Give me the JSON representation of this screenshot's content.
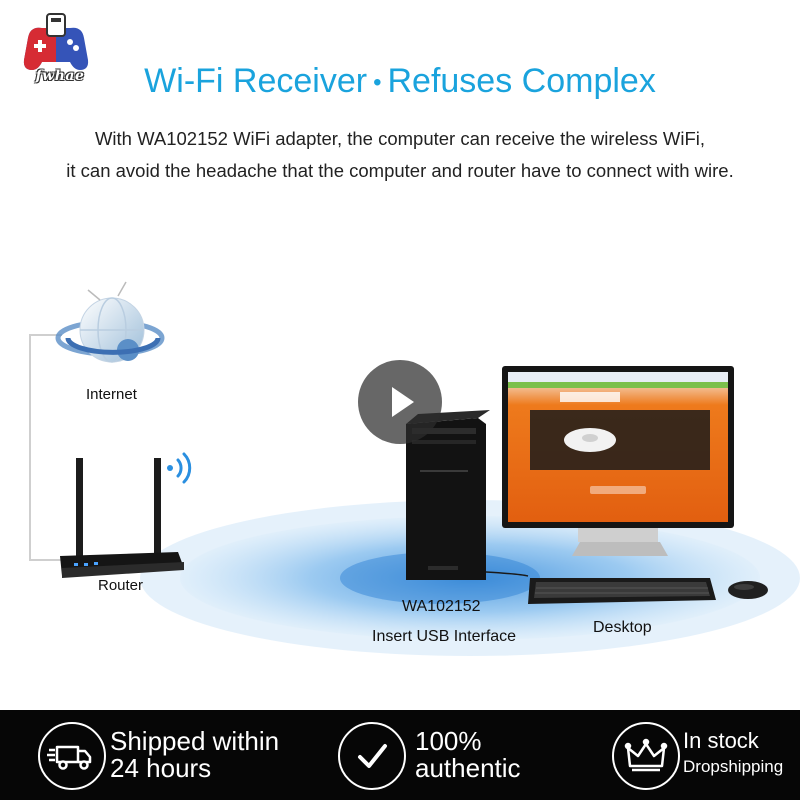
{
  "brand": {
    "logo_text": "fwhae"
  },
  "header": {
    "title_left": "Wi-Fi Receiver",
    "title_sep": "•",
    "title_right": "Refuses Complex",
    "line1": "With WA102152 WiFi adapter, the computer can receive the wireless WiFi,",
    "line2": "it can avoid the headache that the computer and router have to connect with wire."
  },
  "diagram": {
    "internet_label": "Internet",
    "router_label": "Router",
    "adapter_label": "WA102152",
    "interface_label": "Insert USB Interface",
    "desktop_label": "Desktop"
  },
  "video": {
    "play_icon": "play-icon"
  },
  "features": [
    {
      "line1": "Shipped within",
      "line2": "24 hours",
      "icon": "delivery-truck-icon"
    },
    {
      "line1": "100%",
      "line2": "authentic",
      "icon": "checkmark-icon"
    },
    {
      "line1": "In stock",
      "line2": "Dropshipping",
      "icon": "crown-icon"
    }
  ],
  "colors": {
    "title": "#1aa3dd",
    "bar": "#060606",
    "floor": "#5da9e5"
  }
}
